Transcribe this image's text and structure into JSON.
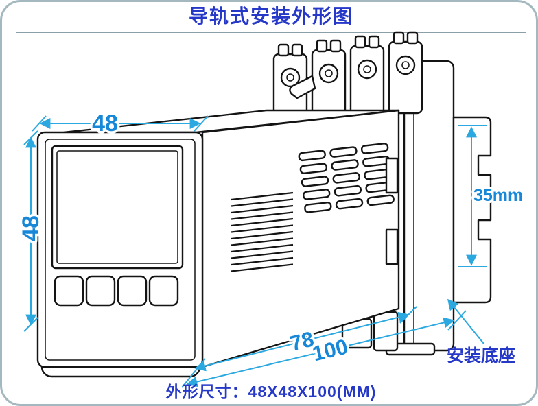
{
  "title": "导轨式安装外形图",
  "footer": {
    "outline_size": "外形尺寸：48X48X100(MM)"
  },
  "diagram": {
    "dimensions": {
      "panel_width": "48",
      "panel_height": "48",
      "body_depth": "78",
      "total_depth": "100",
      "rail_height": "35mm"
    },
    "labels": {
      "mount_base": "安装底座"
    }
  },
  "colors": {
    "accent_blue": "#2638c8",
    "dim_cyan": "#2aa8df",
    "dim_text_blue": "#1787d8",
    "line_black": "#141414",
    "frame_border": "#a3b8bf"
  }
}
